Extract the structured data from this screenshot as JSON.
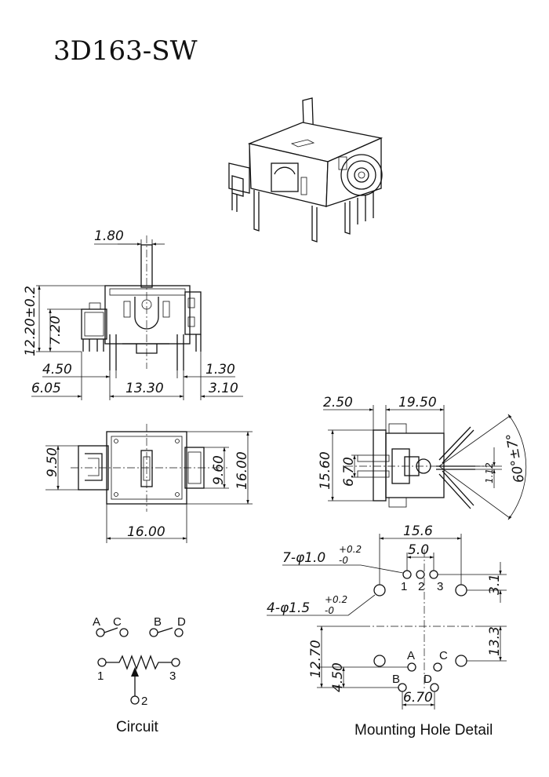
{
  "title": "3D163-SW",
  "side_view": {
    "shaft_width": "1.80",
    "overall_height": "12.20±0.2",
    "body_height": "7.20",
    "left_offset": "4.50",
    "pin_gap": "1.30",
    "left_width": "6.05",
    "center_width": "13.30",
    "right_width": "3.10"
  },
  "top_view": {
    "left_height": "9.50",
    "right_height": "9.60",
    "overall_height": "16.00",
    "overall_width": "16.00"
  },
  "end_view": {
    "left_width": "2.50",
    "body_width": "19.50",
    "overall_height": "15.60",
    "inner_height": "6.70",
    "shaft_dia": "1.12",
    "angle": "60°±7°"
  },
  "mounting": {
    "span": "15.6",
    "pitch": "5.0",
    "small_holes": "7-φ1.0",
    "small_tol_plus": "+0.2",
    "small_tol_minus": "-0",
    "large_holes": "4-φ1.5",
    "large_tol_plus": "+0.2",
    "large_tol_minus": "-0",
    "pin_1": "1",
    "pin_2": "2",
    "pin_3": "3",
    "row_offset": "3.1",
    "row_spacing": "13.3",
    "vertical_spacing": "12.70",
    "bottom_offset": "4.50",
    "bottom_pitch": "6.70",
    "label_a": "A",
    "label_b": "B",
    "label_c": "C",
    "label_d": "D",
    "caption": "Mounting Hole Detail"
  },
  "circuit": {
    "switch_a": "A",
    "switch_c": "C",
    "switch_b": "B",
    "switch_d": "D",
    "pot_1": "1",
    "pot_2": "2",
    "pot_3": "3",
    "caption": "Circuit"
  }
}
